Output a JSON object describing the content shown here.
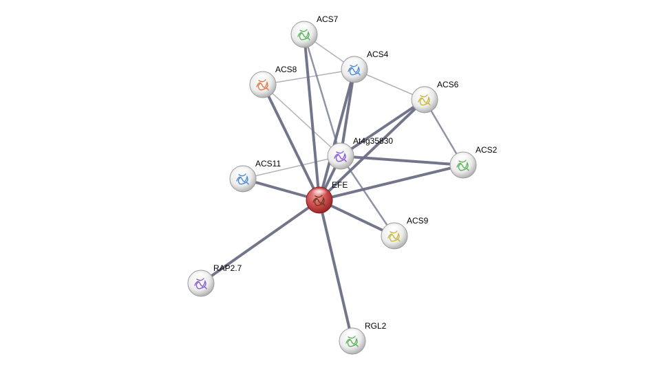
{
  "network": {
    "nodes": [
      {
        "id": "ACS7",
        "label": "ACS7",
        "query": false
      },
      {
        "id": "ACS4",
        "label": "ACS4",
        "query": false
      },
      {
        "id": "ACS8",
        "label": "ACS8",
        "query": false
      },
      {
        "id": "ACS6",
        "label": "ACS6",
        "query": false
      },
      {
        "id": "At4g35830",
        "label": "At4g35830",
        "query": false
      },
      {
        "id": "ACS2",
        "label": "ACS2",
        "query": false
      },
      {
        "id": "ACS11",
        "label": "ACS11",
        "query": false
      },
      {
        "id": "EFE",
        "label": "EFE",
        "query": true
      },
      {
        "id": "ACS9",
        "label": "ACS9",
        "query": false
      },
      {
        "id": "RAP2.7",
        "label": "RAP2.7",
        "query": false
      },
      {
        "id": "RGL2",
        "label": "RGL2",
        "query": false
      }
    ],
    "edges": [
      {
        "source": "EFE",
        "target": "ACS7",
        "strength": "strong"
      },
      {
        "source": "EFE",
        "target": "ACS4",
        "strength": "strong"
      },
      {
        "source": "EFE",
        "target": "ACS8",
        "strength": "strong"
      },
      {
        "source": "EFE",
        "target": "ACS6",
        "strength": "strong"
      },
      {
        "source": "EFE",
        "target": "ACS2",
        "strength": "strong"
      },
      {
        "source": "EFE",
        "target": "ACS11",
        "strength": "strong"
      },
      {
        "source": "EFE",
        "target": "ACS9",
        "strength": "strong"
      },
      {
        "source": "EFE",
        "target": "RAP2.7",
        "strength": "strong"
      },
      {
        "source": "EFE",
        "target": "RGL2",
        "strength": "strong"
      },
      {
        "source": "EFE",
        "target": "At4g35830",
        "strength": "strong"
      },
      {
        "source": "At4g35830",
        "target": "ACS4",
        "strength": "strong"
      },
      {
        "source": "At4g35830",
        "target": "ACS6",
        "strength": "strong"
      },
      {
        "source": "At4g35830",
        "target": "ACS2",
        "strength": "strong"
      },
      {
        "source": "At4g35830",
        "target": "ACS7",
        "strength": "medium"
      },
      {
        "source": "At4g35830",
        "target": "ACS8",
        "strength": "weak"
      },
      {
        "source": "At4g35830",
        "target": "ACS11",
        "strength": "weak"
      },
      {
        "source": "At4g35830",
        "target": "ACS9",
        "strength": "medium"
      },
      {
        "source": "ACS7",
        "target": "ACS4",
        "strength": "weak"
      },
      {
        "source": "ACS8",
        "target": "ACS4",
        "strength": "weak"
      },
      {
        "source": "ACS4",
        "target": "ACS6",
        "strength": "weak"
      },
      {
        "source": "ACS6",
        "target": "ACS2",
        "strength": "medium"
      }
    ],
    "colors": {
      "edge": "#6b6f85",
      "node_fill": "#e8e8e8",
      "query_fill": "#c84848"
    }
  }
}
